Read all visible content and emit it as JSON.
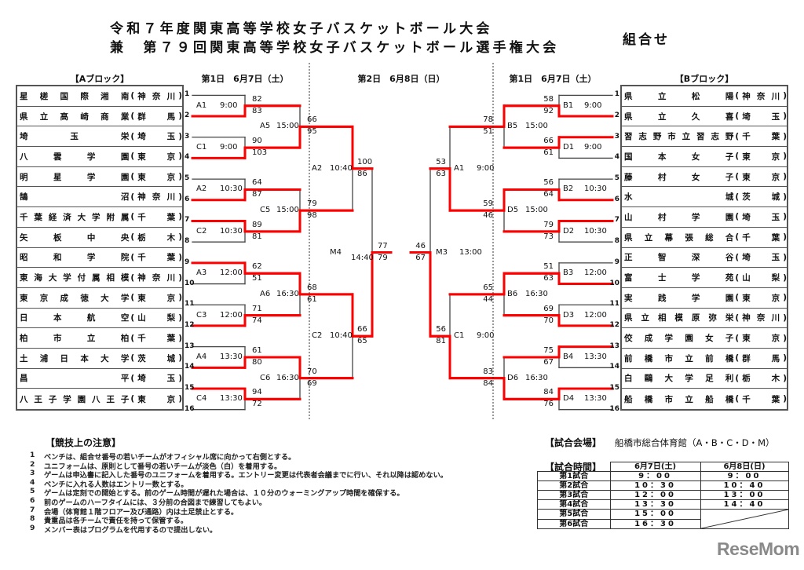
{
  "title": {
    "line1": "令和７年度関東高等学校女子バスケットボール大会",
    "line2": "兼　第７９回関東高等学校女子バスケットボール選手権大会",
    "suffix": "組合せ"
  },
  "headers": {
    "block_a": "【Aブロック】",
    "block_b": "【Bブロック】",
    "day1_left": "第1日　6月7日（土）",
    "day2": "第2日　6月8日（日）",
    "day1_right": "第1日　6月7日（土）"
  },
  "block_a": [
    {
      "seed": "1",
      "name": "星槎国際湘南",
      "pref": "神奈川"
    },
    {
      "seed": "2",
      "name": "県立高崎商業",
      "pref": "群馬"
    },
    {
      "seed": "3",
      "name": "埼玉栄",
      "pref": "埼玉"
    },
    {
      "seed": "4",
      "name": "八雲学園",
      "pref": "東京"
    },
    {
      "seed": "5",
      "name": "明星学園",
      "pref": "東京"
    },
    {
      "seed": "6",
      "name": "鵠沼",
      "pref": "神奈川"
    },
    {
      "seed": "7",
      "name": "千葉経済大学附属",
      "pref": "千葉"
    },
    {
      "seed": "8",
      "name": "矢板中央",
      "pref": "栃木"
    },
    {
      "seed": "9",
      "name": "昭和学院",
      "pref": "千葉"
    },
    {
      "seed": "10",
      "name": "東海大学付属相模",
      "pref": "神奈川"
    },
    {
      "seed": "11",
      "name": "東京成徳大学",
      "pref": "東京"
    },
    {
      "seed": "12",
      "name": "日本航空",
      "pref": "山梨"
    },
    {
      "seed": "13",
      "name": "柏市立柏",
      "pref": "千葉"
    },
    {
      "seed": "14",
      "name": "土浦日本大学",
      "pref": "茨城"
    },
    {
      "seed": "15",
      "name": "昌平",
      "pref": "埼玉"
    },
    {
      "seed": "16",
      "name": "八王子学園八王子",
      "pref": "東京"
    }
  ],
  "block_b": [
    {
      "seed": "1",
      "name": "県立松陽",
      "pref": "神奈川"
    },
    {
      "seed": "2",
      "name": "県立久喜",
      "pref": "埼玉"
    },
    {
      "seed": "3",
      "name": "習志野市立習志野",
      "pref": "千葉"
    },
    {
      "seed": "4",
      "name": "国本女子",
      "pref": "東京"
    },
    {
      "seed": "5",
      "name": "藤村女子",
      "pref": "東京"
    },
    {
      "seed": "6",
      "name": "水城",
      "pref": "茨城"
    },
    {
      "seed": "7",
      "name": "山村学園",
      "pref": "埼玉"
    },
    {
      "seed": "8",
      "name": "県立幕張総合",
      "pref": "千葉"
    },
    {
      "seed": "9",
      "name": "正智深谷",
      "pref": "埼玉"
    },
    {
      "seed": "10",
      "name": "富士学苑",
      "pref": "山梨"
    },
    {
      "seed": "11",
      "name": "実践学園",
      "pref": "東京"
    },
    {
      "seed": "12",
      "name": "県立相模原弥栄",
      "pref": "神奈川"
    },
    {
      "seed": "13",
      "name": "佼成学園女子",
      "pref": "東京"
    },
    {
      "seed": "14",
      "name": "前橋市立前橋",
      "pref": "群馬"
    },
    {
      "seed": "15",
      "name": "白鷗大学足利",
      "pref": "栃木"
    },
    {
      "seed": "16",
      "name": "船橋市立船橋",
      "pref": "千葉"
    }
  ],
  "bracket_left": [
    [
      {
        "code": "A1",
        "time": "9:00",
        "scores": [
          "82",
          "83"
        ]
      },
      {
        "code": "C1",
        "time": "9:00",
        "scores": [
          "90",
          "103"
        ]
      },
      {
        "code": "A2",
        "time": "10:30",
        "scores": [
          "64",
          "87"
        ]
      },
      {
        "code": "C2",
        "time": "10:30",
        "scores": [
          "89",
          "81"
        ]
      },
      {
        "code": "A3",
        "time": "12:00",
        "scores": [
          "62",
          "51"
        ]
      },
      {
        "code": "C3",
        "time": "12:00",
        "scores": [
          "71",
          "74"
        ]
      },
      {
        "code": "A4",
        "time": "13:30",
        "scores": [
          "61",
          "80"
        ]
      },
      {
        "code": "C4",
        "time": "13:30",
        "scores": [
          "94",
          "72"
        ]
      }
    ],
    [
      {
        "code": "A5",
        "time": "15:00",
        "scores": [
          "66",
          "95"
        ]
      },
      {
        "code": "C5",
        "time": "15:00",
        "scores": [
          "79",
          "98"
        ]
      },
      {
        "code": "A6",
        "time": "16:30",
        "scores": [
          "68",
          "61"
        ]
      },
      {
        "code": "C6",
        "time": "16:30",
        "scores": [
          "70",
          "69"
        ]
      }
    ],
    [
      {
        "code": "A2",
        "time": "10:40",
        "scores": [
          "100",
          "86"
        ]
      },
      {
        "code": "C2",
        "time": "10:40",
        "scores": [
          "66",
          "65"
        ]
      }
    ],
    [
      {
        "code": "M4",
        "time": "14:40",
        "scores": [
          "77",
          "79"
        ]
      }
    ]
  ],
  "bracket_right": [
    [
      {
        "code": "B1",
        "time": "9:00",
        "scores": [
          "58",
          "92"
        ]
      },
      {
        "code": "D1",
        "time": "9:00",
        "scores": [
          "66",
          "61"
        ]
      },
      {
        "code": "B2",
        "time": "10:30",
        "scores": [
          "56",
          "64"
        ]
      },
      {
        "code": "D2",
        "time": "10:30",
        "scores": [
          "79",
          "73"
        ]
      },
      {
        "code": "B3",
        "time": "12:00",
        "scores": [
          "51",
          "63"
        ]
      },
      {
        "code": "D3",
        "time": "12:00",
        "scores": [
          "69",
          "70"
        ]
      },
      {
        "code": "B4",
        "time": "13:30",
        "scores": [
          "75",
          "67"
        ]
      },
      {
        "code": "D4",
        "time": "13:30",
        "scores": [
          "84",
          "76"
        ]
      }
    ],
    [
      {
        "code": "B5",
        "time": "15:00",
        "scores": [
          "78",
          "51"
        ]
      },
      {
        "code": "D5",
        "time": "15:00",
        "scores": [
          "59",
          "46"
        ]
      },
      {
        "code": "B6",
        "time": "16:30",
        "scores": [
          "65",
          "44"
        ]
      },
      {
        "code": "D6",
        "time": "16:30",
        "scores": [
          "83",
          "84"
        ]
      }
    ],
    [
      {
        "code": "A1",
        "time": "9:00",
        "scores": [
          "53",
          "63"
        ]
      },
      {
        "code": "C1",
        "time": "9:00",
        "scores": [
          "56",
          "81"
        ]
      }
    ],
    [
      {
        "code": "M3",
        "time": "13:00",
        "scores": [
          "46",
          "67"
        ]
      }
    ]
  ],
  "colors": {
    "winner_line": "#ff0000",
    "line": "#444444"
  },
  "notes": {
    "heading": "【競技上の注意】",
    "items": [
      {
        "num": "1",
        "text": "ベンチは、組合せ番号の若いチームがオフィシャル席に向かって右側とする。"
      },
      {
        "num": "2",
        "text": "ユニフォームは、原則として番号の若いチームが淡色（白）を着用する。"
      },
      {
        "num": "3",
        "text": "ゲームは申込書に記入した番号のユニフォームを着用する。エントリー変更は代表者会議までに行い、それ以降は認めない。"
      },
      {
        "num": "4",
        "text": "ベンチに入れる人数はエントリー数とする。"
      },
      {
        "num": "5",
        "text": "ゲームは定刻での開始とする。前のゲーム時間が遅れた場合は、１０分のウォーミングアップ時間を確保する。"
      },
      {
        "num": "6",
        "text": "前のゲームのハーフタイムには、３分前の合図まで練習してもよい。"
      },
      {
        "num": "7",
        "text": "会場（体育館１階フロアー及び通路）内は土足禁止とする。"
      },
      {
        "num": "8",
        "text": "貴重品は各チームで責任を持って保管する。"
      },
      {
        "num": "9",
        "text": "メンバー表はプログラムを代用するので提出しない。"
      }
    ]
  },
  "venue": {
    "label": "【試合会場】",
    "value": "船橋市総合体育館（A・B・C・D・M）"
  },
  "schedule": {
    "label": "【試合時間】",
    "day1": "6月7日(土)",
    "day2": "6月8日(日)",
    "rows": [
      {
        "game": "第1試合",
        "day1": "9：00",
        "day2": "9：00"
      },
      {
        "game": "第2試合",
        "day1": "10：30",
        "day2": "10：40"
      },
      {
        "game": "第3試合",
        "day1": "12：00",
        "day2": "13：00"
      },
      {
        "game": "第4試合",
        "day1": "13：30",
        "day2": "14：40"
      },
      {
        "game": "第5試合",
        "day1": "15：00"
      },
      {
        "game": "第6試合",
        "day1": "16：30"
      }
    ]
  },
  "logo": "ReseMom"
}
